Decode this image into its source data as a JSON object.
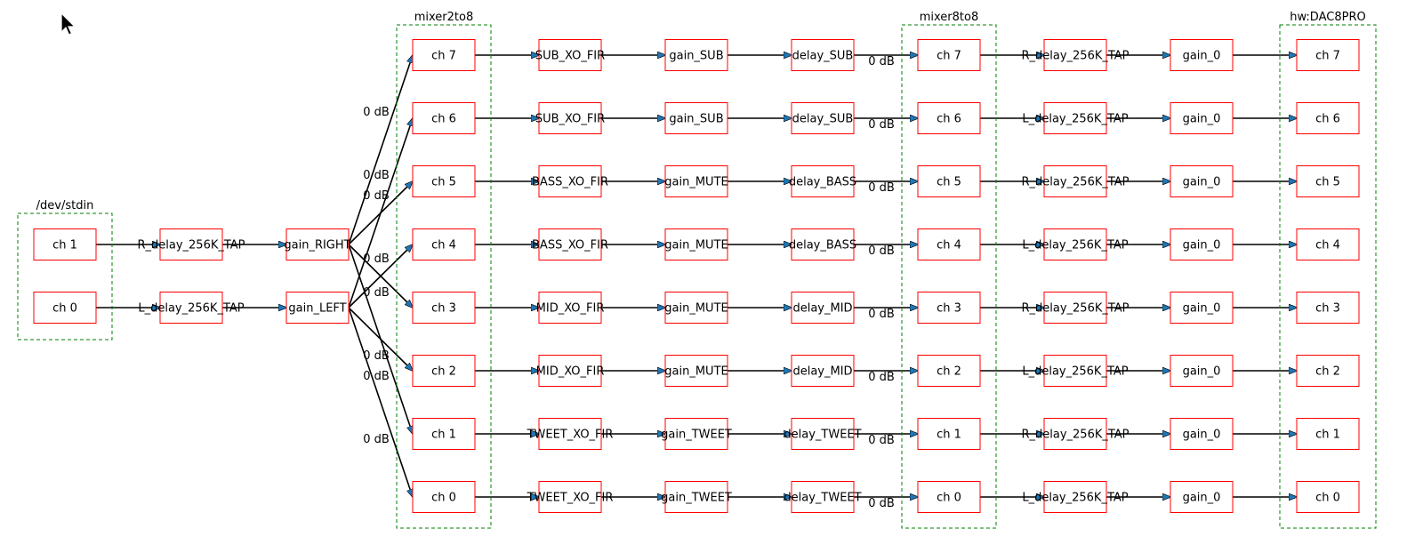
{
  "colors": {
    "node_border": "#ff0000",
    "group_border": "#008000",
    "edge": "#000000",
    "arrowhead": "#1f77b4",
    "background": "#ffffff"
  },
  "groups": {
    "stdin": "/dev/stdin",
    "mixer_in": "mixer2to8",
    "mixer_out": "mixer8to8",
    "dac": "hw:DAC8PRO"
  },
  "stdin_channels": [
    "ch 1",
    "ch 0"
  ],
  "input_delays": [
    "R_delay_256K_TAP",
    "L_delay_256K_TAP"
  ],
  "input_gains": [
    "gain_RIGHT",
    "gain_LEFT"
  ],
  "mixer_in_channels": [
    "ch 7",
    "ch 6",
    "ch 5",
    "ch 4",
    "ch 3",
    "ch 2",
    "ch 1",
    "ch 0"
  ],
  "crossovers": [
    "SUB_XO_FIR",
    "SUB_XO_FIR",
    "BASS_XO_FIR",
    "BASS_XO_FIR",
    "MID_XO_FIR",
    "MID_XO_FIR",
    "TWEET_XO_FIR",
    "TWEET_XO_FIR"
  ],
  "channel_gains": [
    "gain_SUB",
    "gain_SUB",
    "gain_MUTE",
    "gain_MUTE",
    "gain_MUTE",
    "gain_MUTE",
    "gain_TWEET",
    "gain_TWEET"
  ],
  "channel_delays": [
    "delay_SUB",
    "delay_SUB",
    "delay_BASS",
    "delay_BASS",
    "delay_MID",
    "delay_MID",
    "delay_TWEET",
    "delay_TWEET"
  ],
  "mixer_out_channels": [
    "ch 7",
    "ch 6",
    "ch 5",
    "ch 4",
    "ch 3",
    "ch 2",
    "ch 1",
    "ch 0"
  ],
  "output_delays": [
    "R_delay_256K_TAP",
    "L_delay_256K_TAP",
    "R_delay_256K_TAP",
    "L_delay_256K_TAP",
    "R_delay_256K_TAP",
    "L_delay_256K_TAP",
    "R_delay_256K_TAP",
    "L_delay_256K_TAP"
  ],
  "output_gains": [
    "gain_0",
    "gain_0",
    "gain_0",
    "gain_0",
    "gain_0",
    "gain_0",
    "gain_0",
    "gain_0"
  ],
  "dac_channels": [
    "ch 7",
    "ch 6",
    "ch 5",
    "ch 4",
    "ch 3",
    "ch 2",
    "ch 1",
    "ch 0"
  ],
  "mixer_in_gain_labels": [
    "0 dB",
    "0 dB",
    "0 dB",
    "0 dB",
    "0 dB",
    "0 dB",
    "0 dB",
    "0 dB"
  ],
  "mixer_out_gain_labels": [
    "0 dB",
    "0 dB",
    "0 dB",
    "0 dB",
    "0 dB",
    "0 dB",
    "0 dB",
    "0 dB"
  ],
  "icons": {
    "cursor": "mouse-pointer-icon"
  }
}
